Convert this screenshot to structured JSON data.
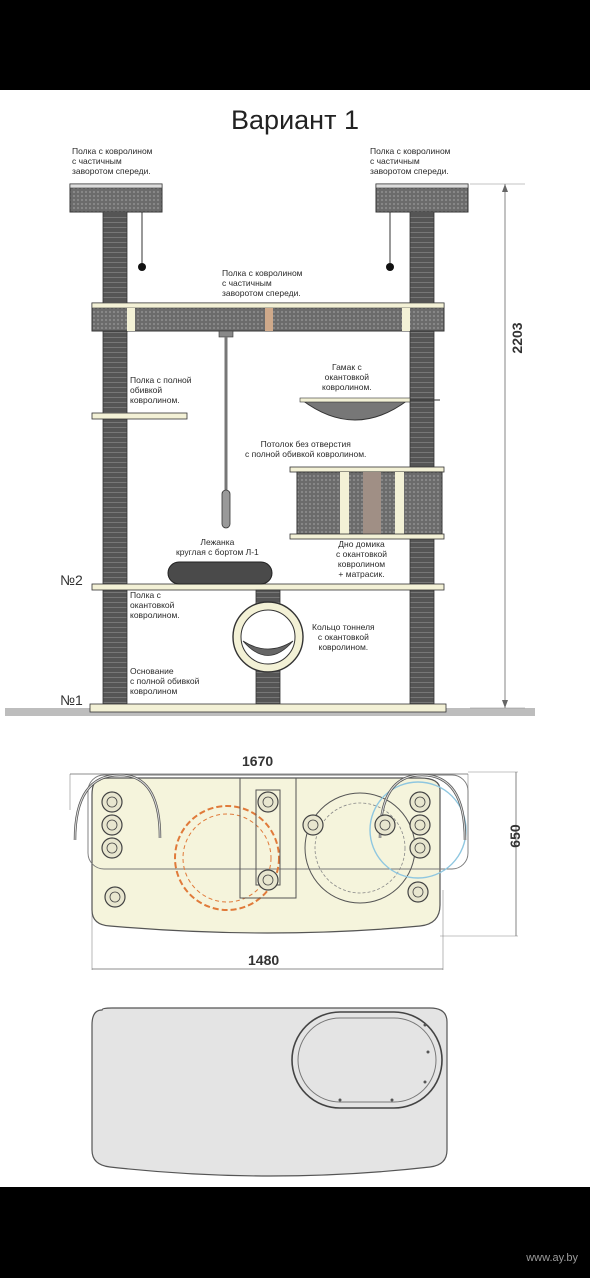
{
  "title": "Вариант 1",
  "labels": {
    "top_left_shelf": [
      "Полка с ковролином",
      "с частичным",
      "заворотом спереди."
    ],
    "top_right_shelf": [
      "Полка с ковролином",
      "с частичным",
      "заворотом спереди."
    ],
    "middle_shelf": [
      "Полка с ковролином",
      "с частичным",
      "заворотом спереди."
    ],
    "left_shelf": [
      "Полка с полной",
      "обивкой",
      "ковролином."
    ],
    "hammock": [
      "Гамак с",
      "окантовкой",
      "ковролином."
    ],
    "ceiling": [
      "Потолок без отверстия",
      "с полной обивкой ковролином."
    ],
    "lounger": [
      "Лежанка",
      "круглая с бортом Л-1"
    ],
    "house_bottom": [
      "Дно домика",
      "с окантовкой",
      "ковролином",
      "+ матрасик."
    ],
    "shelf_edge": [
      "Полка с",
      "окантовкой",
      "ковролином."
    ],
    "tunnel_ring": [
      "Кольцо тоннеля",
      "с окантовкой",
      "ковролином."
    ],
    "base": [
      "Основание",
      "с полной обивкой",
      "ковролином"
    ]
  },
  "levels": {
    "level2": "№2",
    "level1": "№1"
  },
  "dimensions": {
    "height": "2203",
    "top_width": "1670",
    "depth": "650",
    "bottom_width": "1480"
  },
  "watermark": "www.ay.by",
  "colors": {
    "post": "#5a5a5a",
    "carpet": "#6e6e6e",
    "board": "#f3f1d6",
    "outline": "#555555",
    "accent_orange": "#e07a3a",
    "accent_blue": "#8fc7e0"
  }
}
